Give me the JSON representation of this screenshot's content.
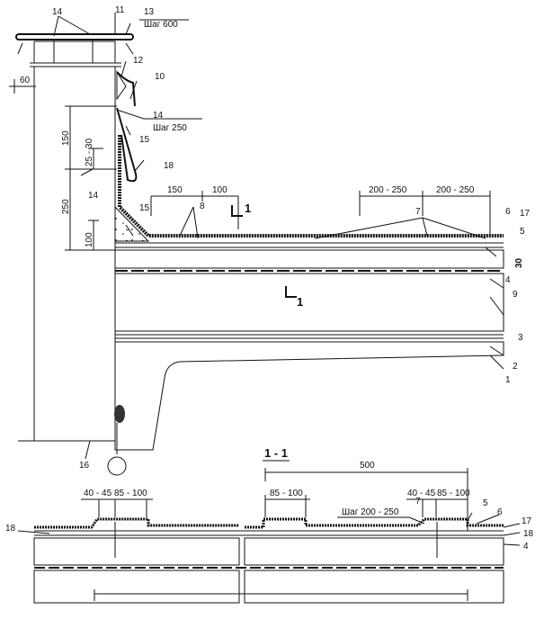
{
  "drawing": {
    "callouts": {
      "c1": "1",
      "c2": "2",
      "c3": "3",
      "c4": "4",
      "c5": "5",
      "c6": "6",
      "c7": "7",
      "c8": "8",
      "c9": "9",
      "c10": "10",
      "c11": "11",
      "c12": "12",
      "c13": "13",
      "c14a": "14",
      "c14b": "14",
      "c14c": "14",
      "c15a": "15",
      "c15b": "15",
      "c16": "16",
      "c17": "17",
      "c18": "18"
    },
    "notes": {
      "step600": "Шаг 600",
      "step250": "Шаг 250"
    },
    "dimensions": {
      "d60": "60",
      "d150v": "150",
      "d25_30": "25 - 30",
      "d250": "250",
      "d100v": "100",
      "d150h": "150",
      "d100h": "100",
      "d200_250a": "200 - 250",
      "d200_250b": "200 - 250",
      "d30": "30"
    },
    "section_mark": "1",
    "section_mark_lower": "1"
  },
  "section": {
    "title": "1 - 1",
    "dimensions": {
      "d40_45a": "40 - 45",
      "d85_100a": "85 - 100",
      "d500": "500",
      "d85_100b": "85 - 100",
      "d40_45b": "40 - 45",
      "d85_100c": "85 - 100"
    },
    "callouts": {
      "c18l": "18",
      "c7": "7",
      "c5": "5",
      "c6": "6",
      "c17": "17",
      "c18r": "18",
      "c4": "4"
    },
    "notes": {
      "step": "Шаг 200 - 250"
    }
  }
}
